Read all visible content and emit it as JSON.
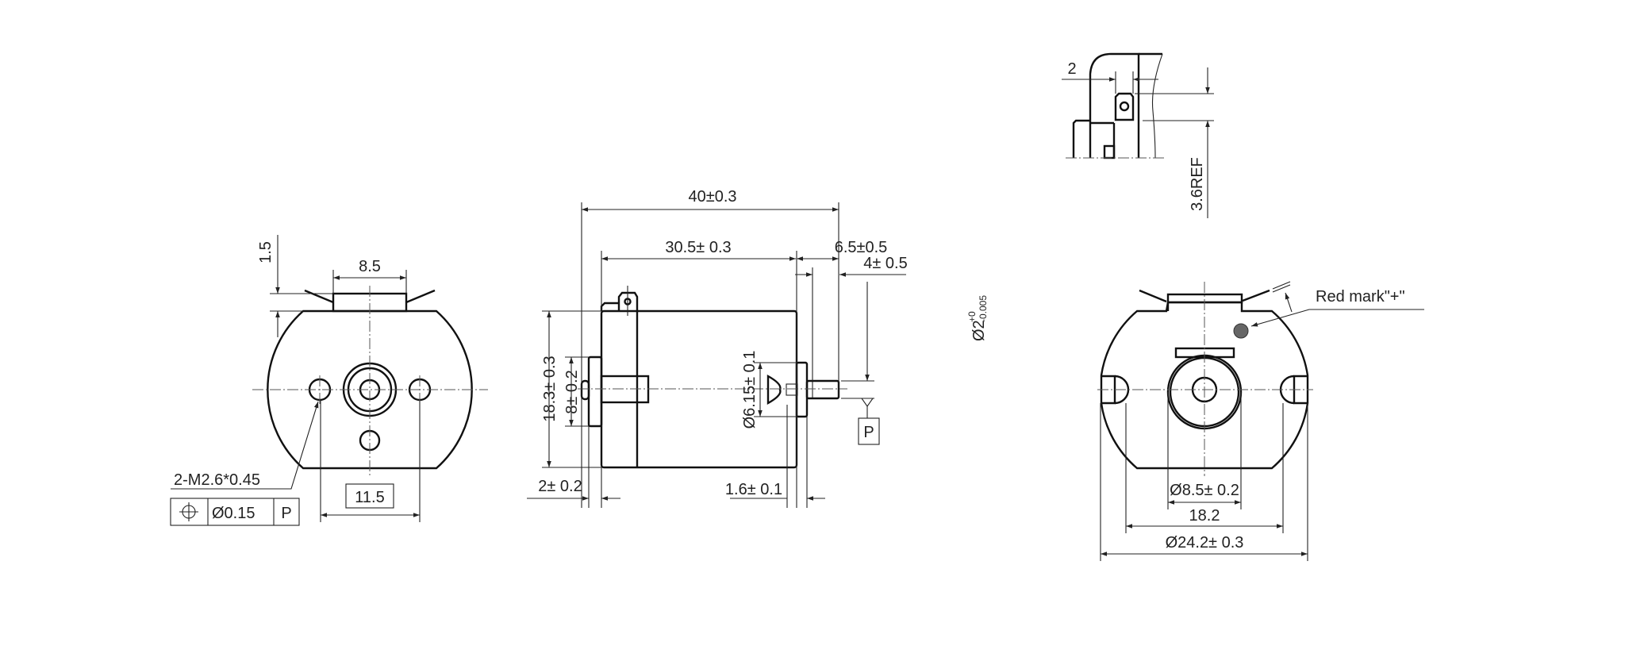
{
  "left_view": {
    "dim_top_height": "1.5",
    "dim_tab_width": "8.5",
    "dim_hole_spacing": "11.5",
    "thread_callout": "2-M2.6*0.45",
    "gdt": {
      "symbol": "position-icon",
      "tolerance": "Ø0.15",
      "datum": "P"
    }
  },
  "side_view": {
    "dim_overall_length": "40±0.3",
    "dim_body_length": "30.5± 0.3",
    "dim_shaft_length": "6.5±0.5",
    "dim_shaft_extra": "4± 0.5",
    "dim_body_height": "18.3± 0.3",
    "dim_cap_height": "8± 0.2",
    "dim_cap_thickness": "2± 0.2",
    "dim_boss_thickness": "1.6± 0.1",
    "dim_boss_diameter": "Ø6.15± 0.1",
    "dim_shaft_diameter": "Ø2",
    "dim_shaft_tol_upper": "+0",
    "dim_shaft_tol_lower": "-0.005",
    "datum_label": "P"
  },
  "terminal_detail": {
    "dim_width": "2",
    "dim_ref": "3.6REF"
  },
  "right_view": {
    "red_mark_label": "Red mark\"+\"",
    "red_mark_color": "#666666",
    "dim_bore": "Ø8.5± 0.2",
    "dim_hole_spacing": "18.2",
    "dim_diameter": "Ø24.2± 0.3"
  }
}
